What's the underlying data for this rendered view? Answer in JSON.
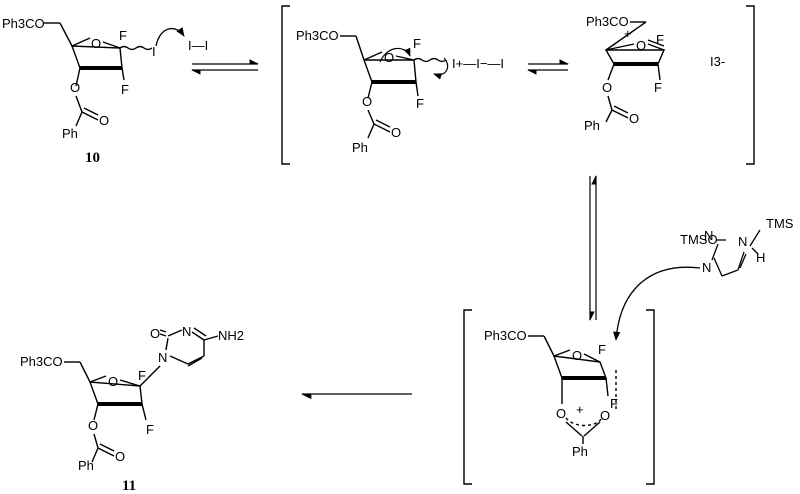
{
  "compounds": {
    "c10": "10",
    "c11": "11"
  },
  "labels": {
    "trityl": "Ph3CO",
    "fluorine": "F",
    "iodine": "I",
    "oxygen": "O",
    "phenyl": "Ph",
    "nitrogen": "N",
    "hydrogen": "H",
    "amine": "NH2",
    "tms": "TMS",
    "tmso": "TMSO",
    "plus": "+",
    "minus": "−",
    "triiodide": "I3-",
    "diiodine": "I—I",
    "iodonium_chain": "I+—I−—I"
  }
}
